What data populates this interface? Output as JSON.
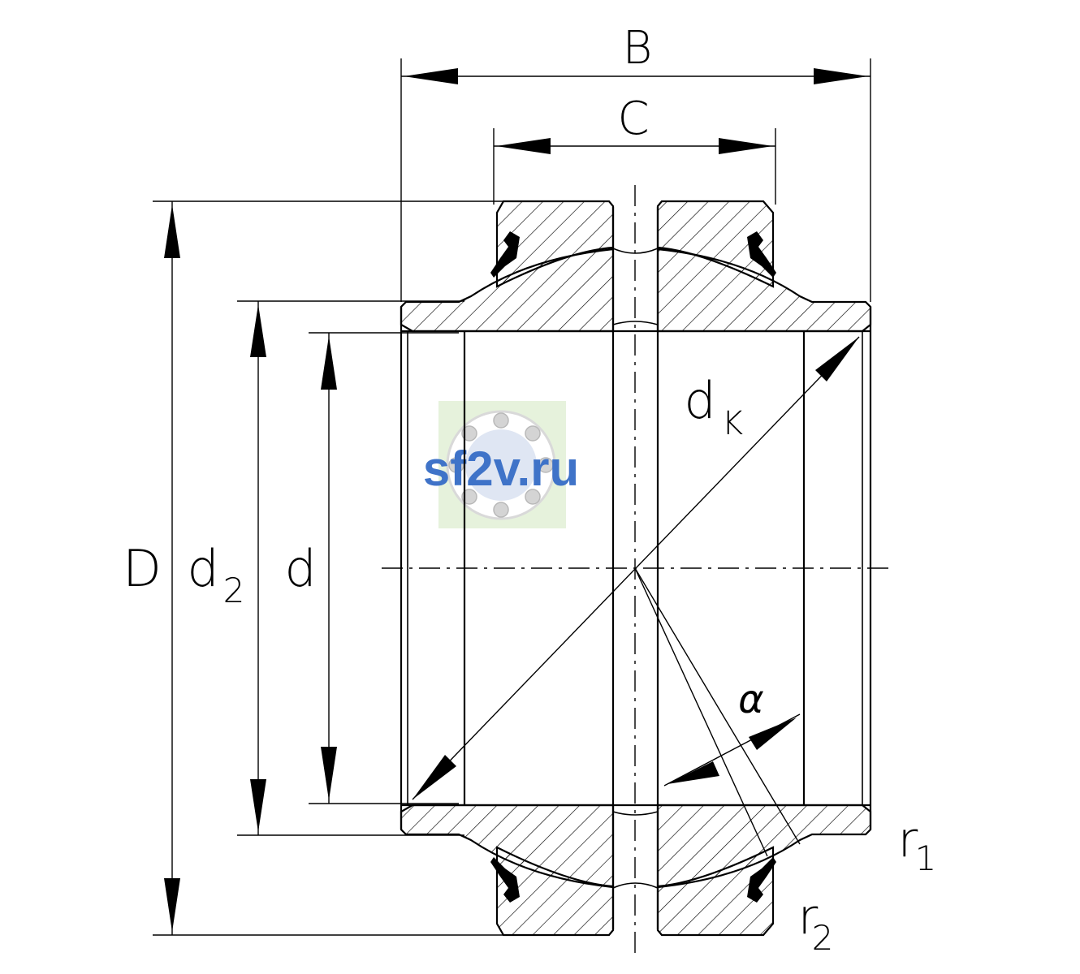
{
  "labels": {
    "B": "B",
    "C": "C",
    "D": "D",
    "d2_main": "d",
    "d2_sub": "2",
    "d": "d",
    "dk_main": "d",
    "dk_sub": "K",
    "alpha": "α",
    "r1_main": "r",
    "r1_sub": "1",
    "r2_main": "r",
    "r2_sub": "2"
  },
  "watermark": {
    "text": "sf2v.ru"
  },
  "colors": {
    "line": "#000000",
    "watermark_text": "#3f73c8",
    "watermark_bg": "#e6f2dc"
  }
}
